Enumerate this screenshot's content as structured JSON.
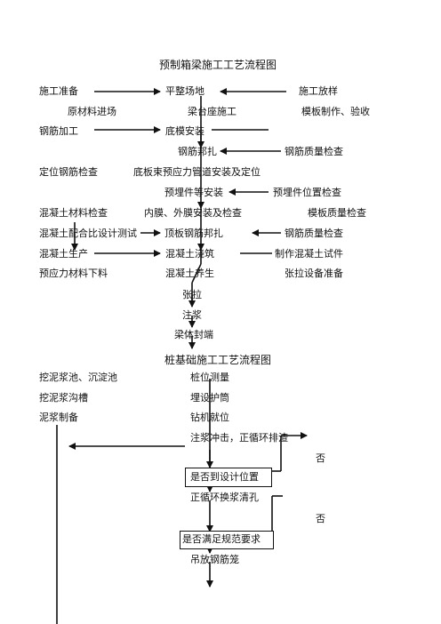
{
  "flow1": {
    "title": "预制箱梁施工工艺流程图",
    "r1": {
      "left": "施工准备",
      "mid": "平整场地",
      "right": "施工放样"
    },
    "r2": {
      "left": "原材料进场",
      "mid": "梁台座施工",
      "right": "模板制作、验收"
    },
    "r3": {
      "left": "钢筋加工",
      "mid": "底模安装"
    },
    "r4": {
      "mid": "钢筋邦扎",
      "right": "钢筋质量检查"
    },
    "r5": {
      "left": "定位钢筋检查",
      "mid": "底板束预应力管道安装及定位"
    },
    "r6": {
      "mid": "预埋件等安装",
      "right": "预埋件位置检查"
    },
    "r7": {
      "left": "混凝土材料检查",
      "mid": "内膜、外膜安装及检查",
      "right": "模板质量检查"
    },
    "r8": {
      "left": "混凝土配合比设计测试",
      "mid": "顶板钢筋邦扎",
      "right": "钢筋质量检查"
    },
    "r9": {
      "left": "混凝土生产",
      "mid": "混凝土浇筑",
      "right": "制作混凝土试件"
    },
    "r10": {
      "left": "预应力材料下料",
      "mid": "混凝土养生",
      "right": "张拉设备准备"
    },
    "r11": "张拉",
    "r12": "注浆",
    "r13": "梁体封端"
  },
  "flow2": {
    "title": "桩基础施工工艺流程图",
    "r1": {
      "left": "挖泥浆池、沉淀池",
      "mid": "桩位测量"
    },
    "r2": {
      "left": "挖泥浆沟槽",
      "mid": "埋设护筒"
    },
    "r3": {
      "left": "泥浆制备",
      "mid": "钻机就位"
    },
    "r4": "注浆冲击，正循环排渣",
    "no1": "否",
    "check1": "是否到设计位置",
    "r5": "正循环换浆清孔",
    "no2": "否",
    "check2": "是否满足规范要求",
    "r6": "吊放钢筋笼"
  }
}
